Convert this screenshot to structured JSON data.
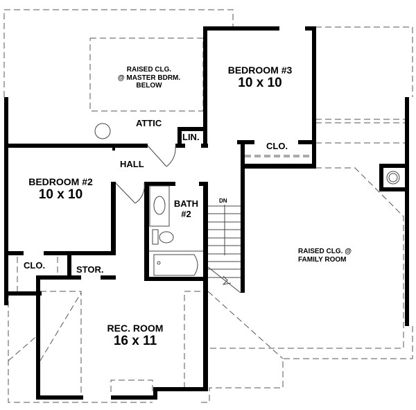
{
  "plan": {
    "rooms": [
      {
        "id": "bedroom3",
        "name": "BEDROOM #3",
        "dims": "10 x 10"
      },
      {
        "id": "bedroom2",
        "name": "BEDROOM #2",
        "dims": "10 x 10"
      },
      {
        "id": "rec_room",
        "name": "REC. ROOM",
        "dims": "16 x 11"
      }
    ],
    "labels": {
      "raised_master_1": "RAISED CLG.",
      "raised_master_2": "@ MASTER BDRM.",
      "raised_master_3": "BELOW",
      "attic": "ATTIC",
      "linen": "LIN.",
      "hall": "HALL",
      "closet_bed3": "CLO.",
      "closet_bed2": "CLO.",
      "storage": "STOR.",
      "bath_1": "BATH",
      "bath_2": "#2",
      "stair_down": "DN",
      "raised_family_1": "RAISED CLG. @",
      "raised_family_2": "FAMILY ROOM"
    },
    "colors": {
      "wall": "#000000",
      "dashed": "#555555",
      "background": "#ffffff"
    }
  }
}
